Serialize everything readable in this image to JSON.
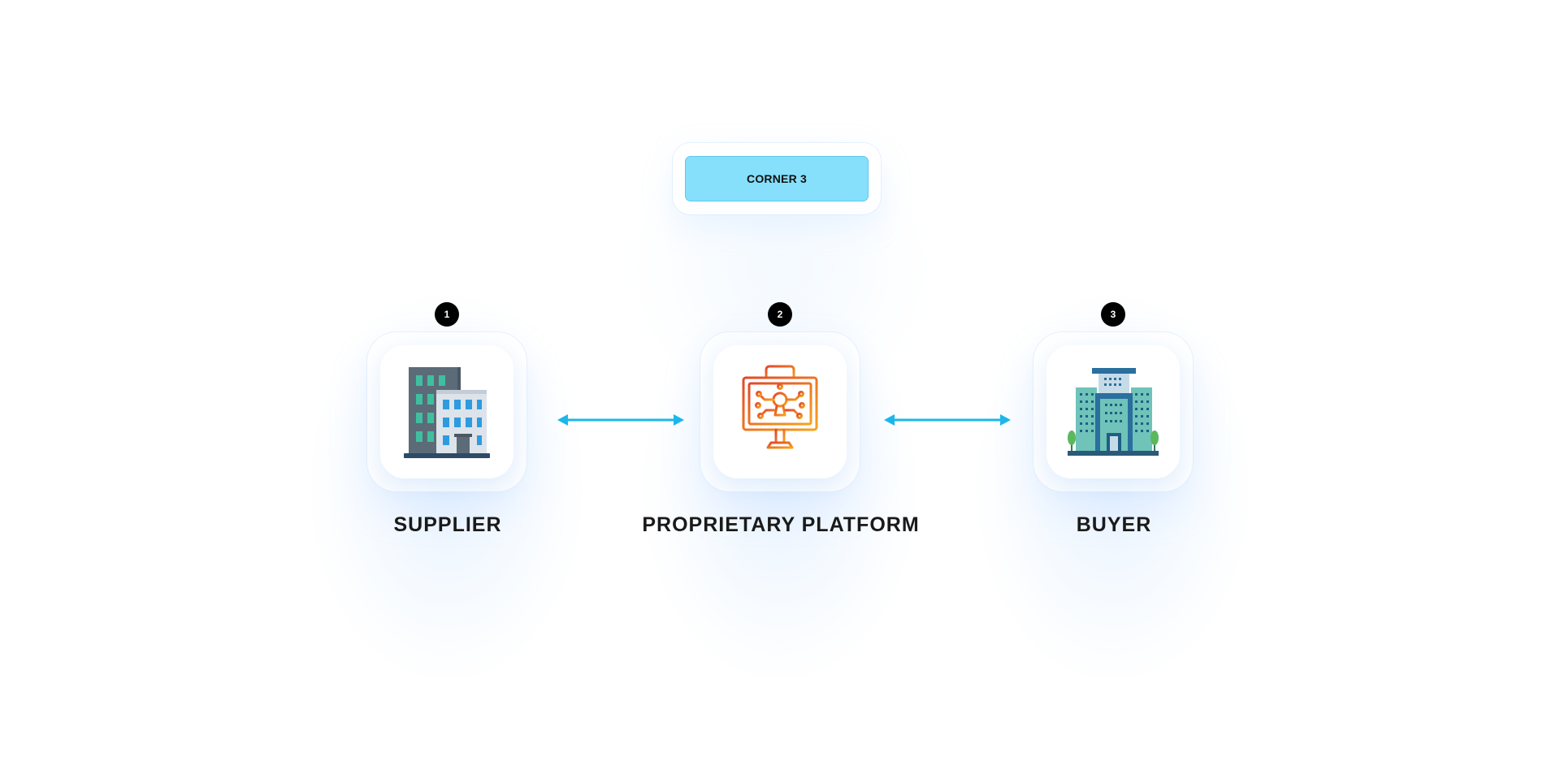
{
  "header": {
    "label": "CORNER 3",
    "fill_color": "#86e0fb"
  },
  "nodes": [
    {
      "number": "1",
      "label": "SUPPLIER",
      "icon": "office-building-icon"
    },
    {
      "number": "2",
      "label": "PROPRIETARY PLATFORM",
      "icon": "monitor-circuit-lock-icon"
    },
    {
      "number": "3",
      "label": "BUYER",
      "icon": "corporate-tower-icon"
    }
  ],
  "connectors": [
    {
      "from": "SUPPLIER",
      "to": "PROPRIETARY PLATFORM",
      "direction": "bidirectional"
    },
    {
      "from": "PROPRIETARY PLATFORM",
      "to": "BUYER",
      "direction": "bidirectional"
    }
  ],
  "colors": {
    "arrow": "#1bb7ea",
    "badge": "#000000",
    "label": "#1a1a1a"
  }
}
